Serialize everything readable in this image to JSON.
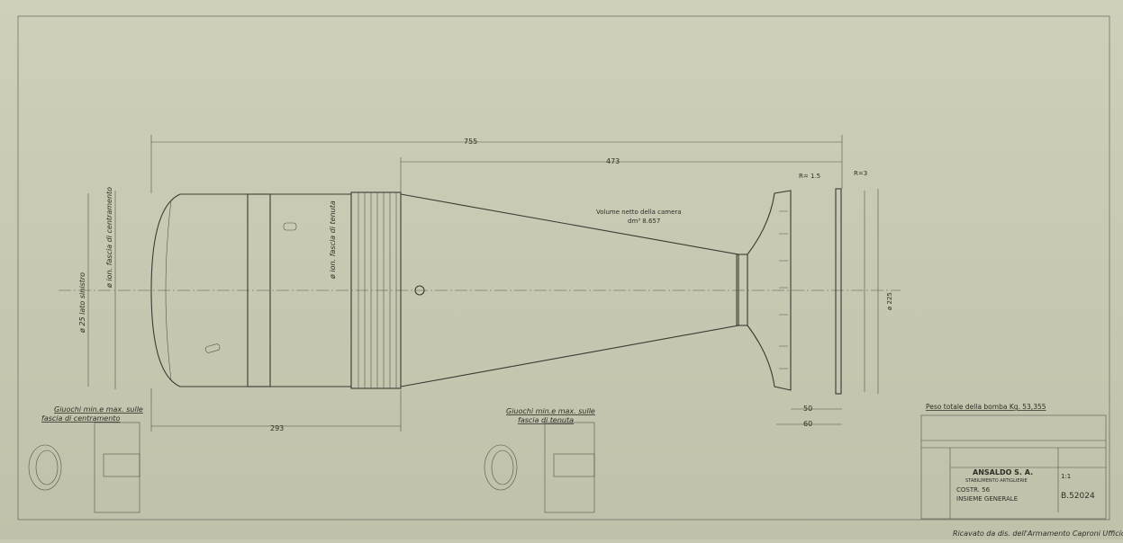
{
  "dimensions": {
    "overall": "755",
    "chamber": "473",
    "front": "293",
    "r_small": "R= 1.5",
    "r_large": "R=3",
    "d50": "50",
    "d60": "60",
    "diameter": "ø 225"
  },
  "volume": {
    "line1": "Volume netto della camera",
    "line2": "dm³ 8.657"
  },
  "notes": {
    "left_line1": "Giuochi min.e max. sulle",
    "left_line2": "fascia di centramento",
    "mid_line1": "Giuochi min.e max. sulle",
    "mid_line2": "fascia di tenuta",
    "diam_label": "ø 25 lato sinistro",
    "band_label": "ø ion. fascia di centramento",
    "seal_label": "ø ion. fascia di tenuta"
  },
  "title_block": {
    "weight": "Peso totale della bomba Kg. 53,355",
    "company": "ANSALDO S. A.",
    "plant": "STABILIMENTO ARTIGLIERIE",
    "scale": "1:1",
    "construction": "COSTR. 56",
    "title": "INSIEME GENERALE",
    "drawing_number": "B.52024",
    "footer": "Ricavato da dis. dell'Armamento Caproni Ufficio Progetti Armi"
  }
}
